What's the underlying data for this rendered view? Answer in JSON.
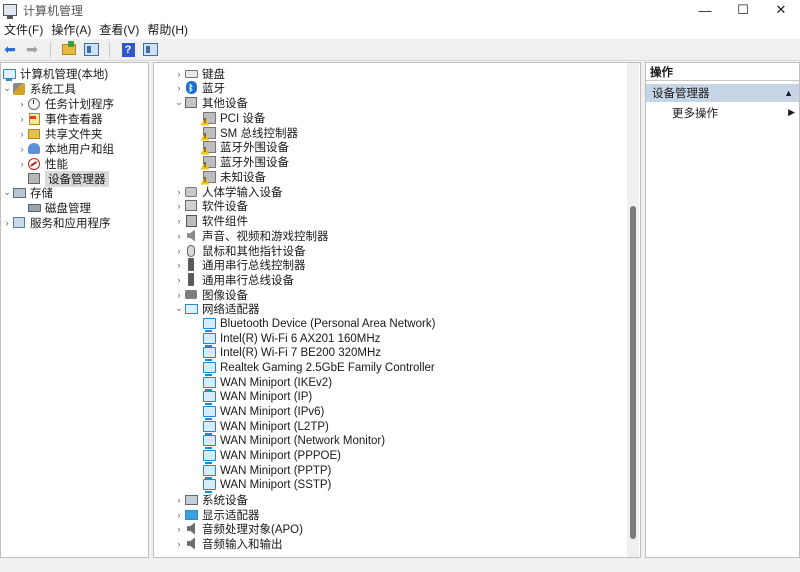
{
  "window": {
    "title": "计算机管理",
    "controls": {
      "minimize": "—",
      "maximize": "☐",
      "close": "✕"
    }
  },
  "menubar": [
    "文件(F)",
    "操作(A)",
    "查看(V)",
    "帮助(H)"
  ],
  "toolbar": {
    "buttons": [
      "back-arrow-icon",
      "forward-arrow-icon",
      "up-folder-icon",
      "show-hide-tree-icon",
      "help-icon",
      "action-pane-icon"
    ]
  },
  "left_tree": [
    {
      "label": "计算机管理(本地)",
      "icon": "computer-management-icon",
      "toggle": ""
    },
    {
      "label": "系统工具",
      "icon": "system-tools-icon",
      "toggle": "v"
    },
    {
      "label": "任务计划程序",
      "icon": "task-scheduler-icon",
      "toggle": ">"
    },
    {
      "label": "事件查看器",
      "icon": "event-viewer-icon",
      "toggle": ">"
    },
    {
      "label": "共享文件夹",
      "icon": "shared-folders-icon",
      "toggle": ">"
    },
    {
      "label": "本地用户和组",
      "icon": "local-users-icon",
      "toggle": ">"
    },
    {
      "label": "性能",
      "icon": "performance-icon",
      "toggle": ">"
    },
    {
      "label": "设备管理器",
      "icon": "device-manager-icon",
      "toggle": "",
      "selected": true
    },
    {
      "label": "存储",
      "icon": "storage-icon",
      "toggle": "v"
    },
    {
      "label": "磁盘管理",
      "icon": "disk-management-icon",
      "toggle": ""
    },
    {
      "label": "服务和应用程序",
      "icon": "services-apps-icon",
      "toggle": ">"
    }
  ],
  "device_tree": [
    {
      "label": "键盘",
      "icon": "keyboard-icon",
      "toggle": ">"
    },
    {
      "label": "蓝牙",
      "icon": "bluetooth-icon",
      "toggle": ">"
    },
    {
      "label": "其他设备",
      "icon": "other-devices-icon",
      "toggle": "v"
    },
    {
      "label": "PCI 设备",
      "icon": "warning-device-icon",
      "toggle": ""
    },
    {
      "label": "SM 总线控制器",
      "icon": "warning-device-icon",
      "toggle": ""
    },
    {
      "label": "蓝牙外围设备",
      "icon": "warning-device-icon",
      "toggle": ""
    },
    {
      "label": "蓝牙外围设备",
      "icon": "warning-device-icon",
      "toggle": ""
    },
    {
      "label": "未知设备",
      "icon": "warning-device-icon",
      "toggle": ""
    },
    {
      "label": "人体学输入设备",
      "icon": "hid-icon",
      "toggle": ">"
    },
    {
      "label": "软件设备",
      "icon": "software-device-icon",
      "toggle": ">"
    },
    {
      "label": "软件组件",
      "icon": "software-component-icon",
      "toggle": ">"
    },
    {
      "label": "声音、视频和游戏控制器",
      "icon": "sound-icon",
      "toggle": ">"
    },
    {
      "label": "鼠标和其他指针设备",
      "icon": "mouse-icon",
      "toggle": ">"
    },
    {
      "label": "通用串行总线控制器",
      "icon": "usb-icon",
      "toggle": ">"
    },
    {
      "label": "通用串行总线设备",
      "icon": "usb-icon",
      "toggle": ">"
    },
    {
      "label": "图像设备",
      "icon": "camera-icon",
      "toggle": ">"
    },
    {
      "label": "网络适配器",
      "icon": "network-adapters-icon",
      "toggle": "v"
    },
    {
      "label": "Bluetooth Device (Personal Area Network)",
      "icon": "network-adapter-icon",
      "toggle": ""
    },
    {
      "label": "Intel(R) Wi-Fi 6 AX201 160MHz",
      "icon": "network-adapter-icon",
      "toggle": ""
    },
    {
      "label": "Intel(R) Wi-Fi 7 BE200 320MHz",
      "icon": "network-adapter-icon",
      "toggle": ""
    },
    {
      "label": "Realtek Gaming 2.5GbE Family Controller",
      "icon": "network-adapter-icon",
      "toggle": ""
    },
    {
      "label": "WAN Miniport (IKEv2)",
      "icon": "network-adapter-icon",
      "toggle": ""
    },
    {
      "label": "WAN Miniport (IP)",
      "icon": "network-adapter-icon",
      "toggle": ""
    },
    {
      "label": "WAN Miniport (IPv6)",
      "icon": "network-adapter-icon",
      "toggle": ""
    },
    {
      "label": "WAN Miniport (L2TP)",
      "icon": "network-adapter-icon",
      "toggle": ""
    },
    {
      "label": "WAN Miniport (Network Monitor)",
      "icon": "network-adapter-icon",
      "toggle": ""
    },
    {
      "label": "WAN Miniport (PPPOE)",
      "icon": "network-adapter-icon",
      "toggle": ""
    },
    {
      "label": "WAN Miniport (PPTP)",
      "icon": "network-adapter-icon",
      "toggle": ""
    },
    {
      "label": "WAN Miniport (SSTP)",
      "icon": "network-adapter-icon",
      "toggle": ""
    },
    {
      "label": "系统设备",
      "icon": "system-devices-icon",
      "toggle": ">"
    },
    {
      "label": "显示适配器",
      "icon": "display-adapters-icon",
      "toggle": ">"
    },
    {
      "label": "音频处理对象(APO)",
      "icon": "audio-apo-icon",
      "toggle": ">"
    },
    {
      "label": "音频输入和输出",
      "icon": "audio-io-icon",
      "toggle": ">"
    }
  ],
  "actions": {
    "header": "操作",
    "section": "设备管理器",
    "more": "更多操作"
  }
}
